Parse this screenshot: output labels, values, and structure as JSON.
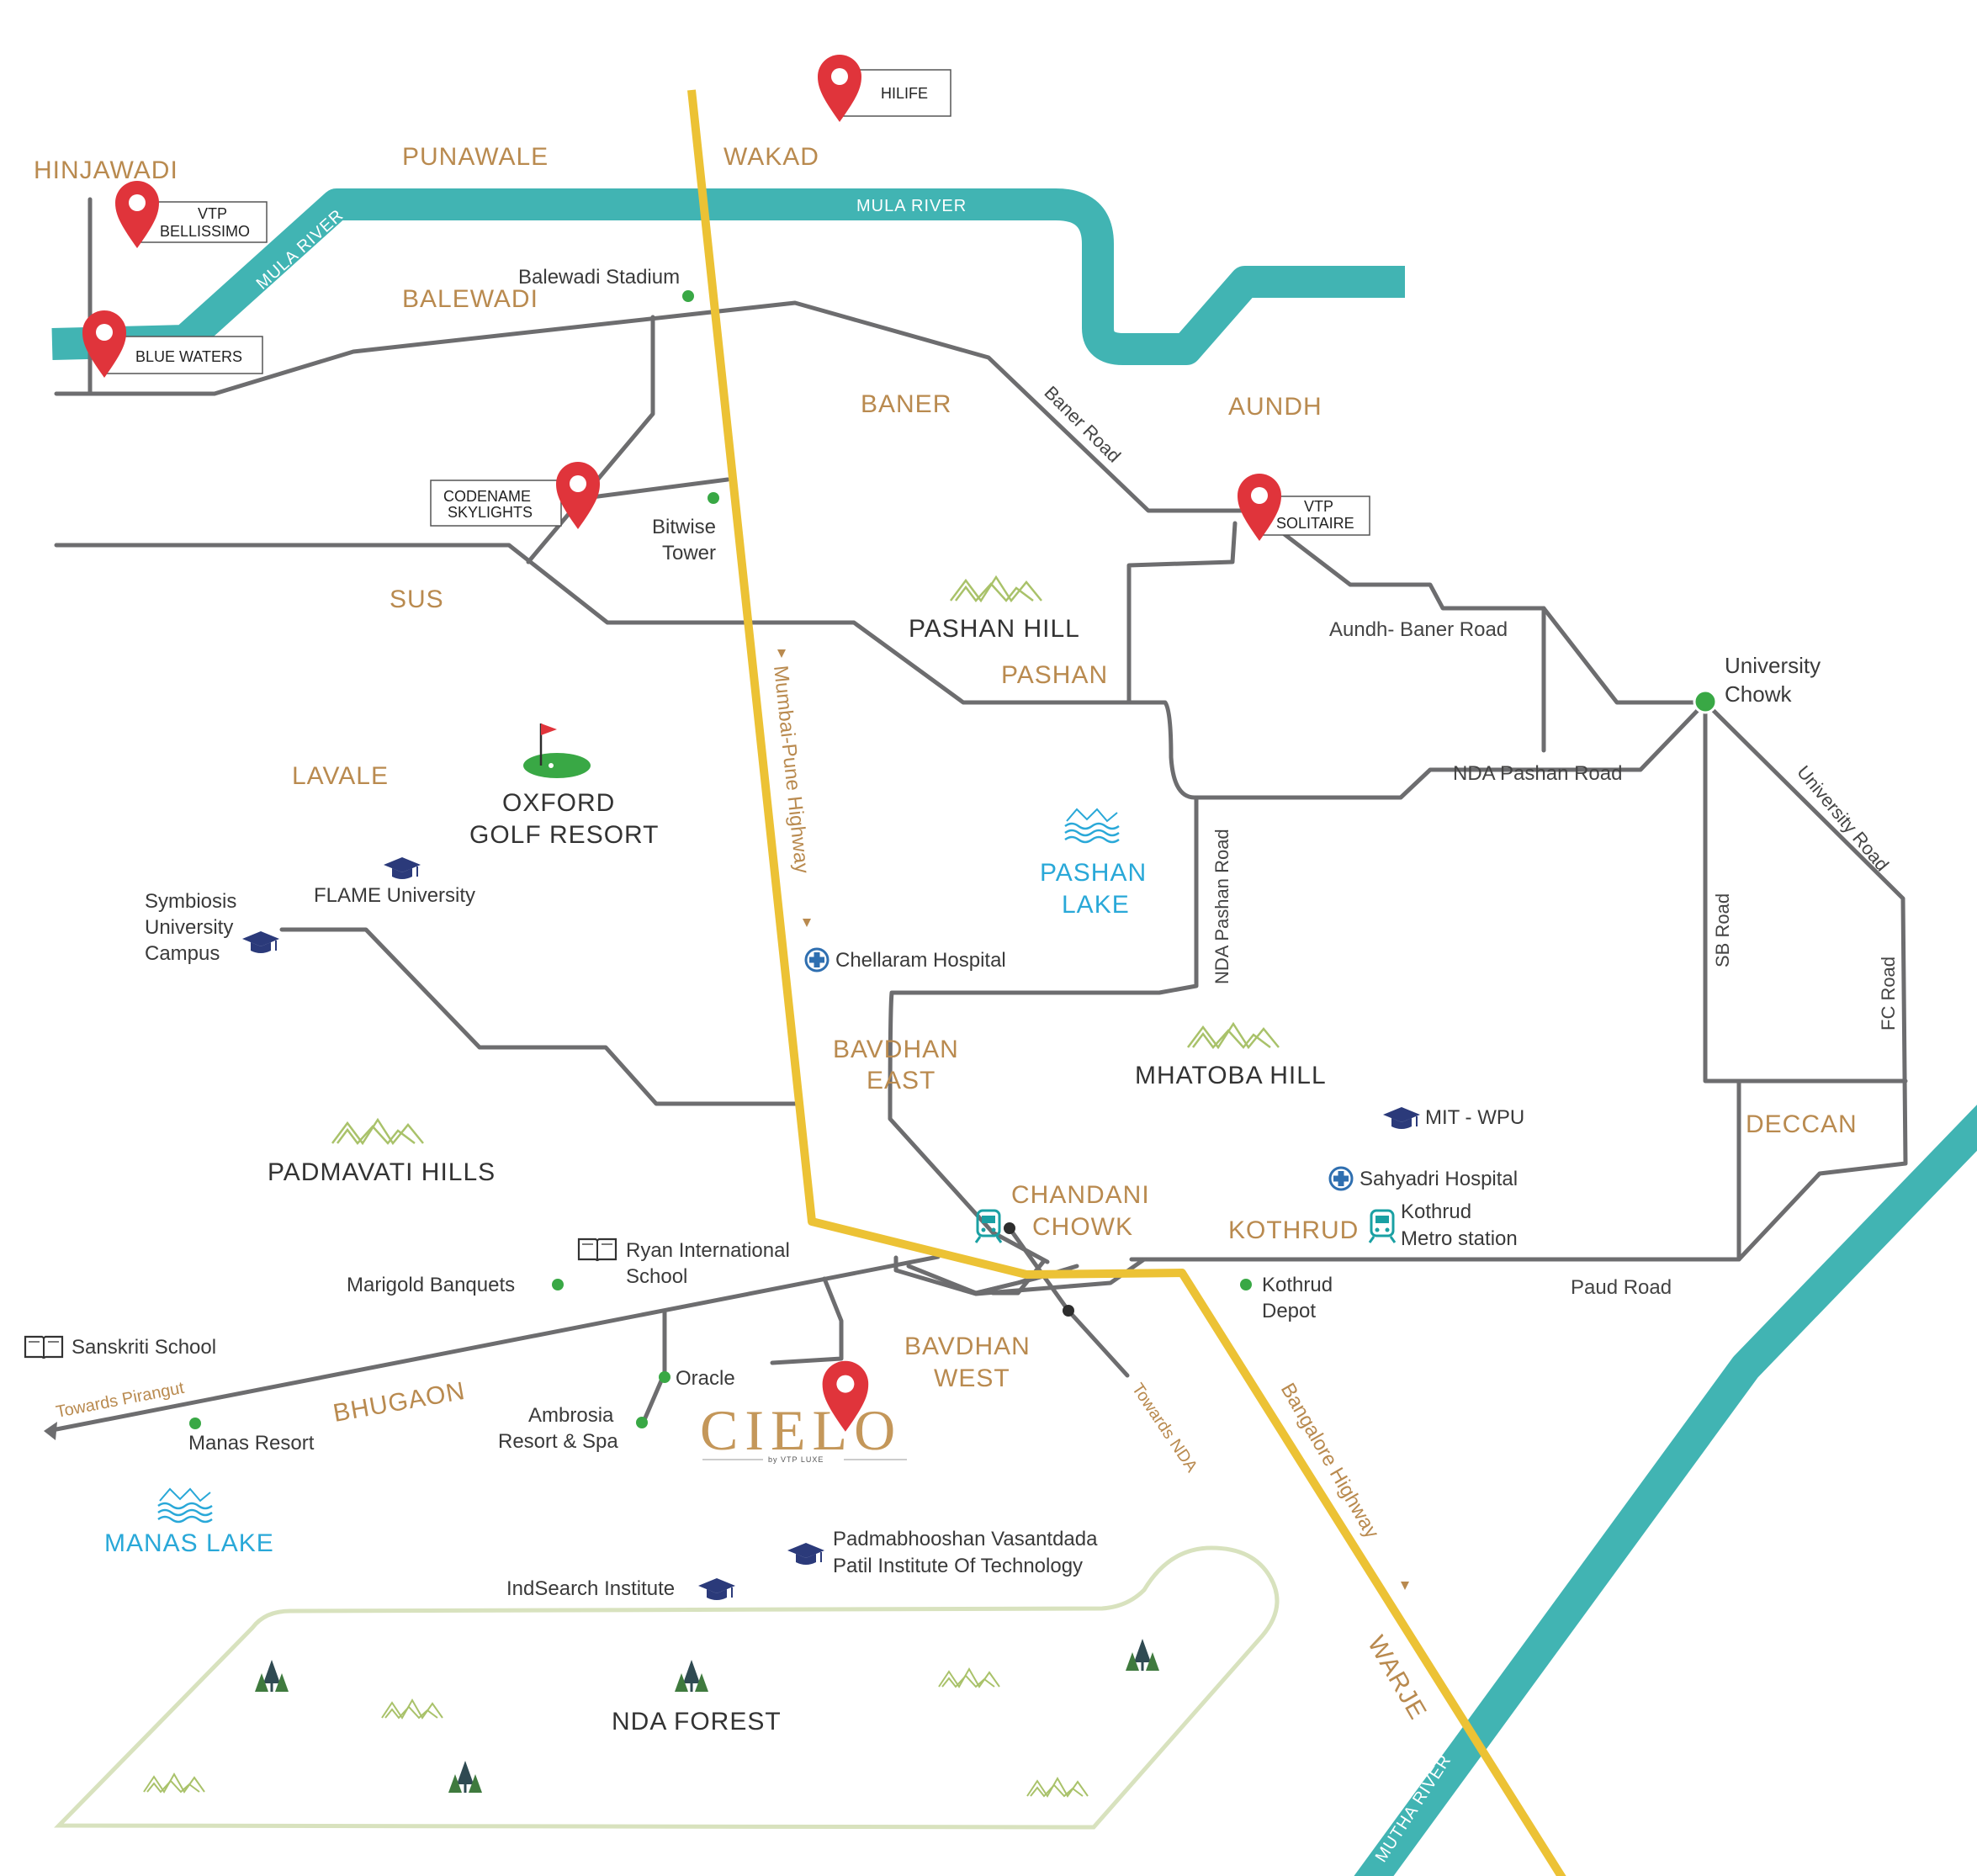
{
  "areas": {
    "hinjawadi": "HINJAWADI",
    "punawale": "PUNAWALE",
    "wakad": "WAKAD",
    "balewadi": "BALEWADI",
    "baner": "BANER",
    "aundh": "AUNDH",
    "sus": "SUS",
    "pashan": "PASHAN",
    "lavale": "LAVALE",
    "bavdhan_east_1": "BAVDHAN",
    "bavdhan_east_2": "EAST",
    "chandani_1": "CHANDANI",
    "chandani_2": "CHOWK",
    "kothrud": "KOTHRUD",
    "deccan": "DECCAN",
    "bhugaon": "BHUGAON",
    "bavdhan_west_1": "BAVDHAN",
    "bavdhan_west_2": "WEST",
    "warje": "WARJE"
  },
  "landmarks": {
    "pashan_hill": "PASHAN HILL",
    "mhatoba_hill": "MHATOBA HILL",
    "padmavati_hills": "PADMAVATI HILLS",
    "nda_forest": "NDA FOREST",
    "oxford_1": "OXFORD",
    "oxford_2": "GOLF RESORT",
    "pashan_lake_1": "PASHAN",
    "pashan_lake_2": "LAKE",
    "manas_lake": "MANAS LAKE"
  },
  "places": {
    "balewadi_stadium": "Balewadi Stadium",
    "bitwise_1": "Bitwise",
    "bitwise_2": "Tower",
    "university_chowk_1": "University",
    "university_chowk_2": "Chowk",
    "flame": "FLAME University",
    "symbiosis_1": "Symbiosis",
    "symbiosis_2": "University",
    "symbiosis_3": "Campus",
    "chellaram": "Chellaram Hospital",
    "mit": "MIT -  WPU",
    "sahyadri": "Sahyadri Hospital",
    "kothrud_metro_1": "Kothrud",
    "kothrud_metro_2": "Metro station",
    "kothrud_depot_1": "Kothrud",
    "kothrud_depot_2": "Depot",
    "ryan_1": "Ryan International",
    "ryan_2": "School",
    "marigold": "Marigold Banquets",
    "sanskriti": "Sanskriti School",
    "oracle": "Oracle",
    "ambrosia_1": "Ambrosia",
    "ambrosia_2": "Resort & Spa",
    "manas_resort": "Manas Resort",
    "padmabhooshan_1": "Padmabhooshan Vasantdada",
    "padmabhooshan_2": "Patil Institute Of Technology",
    "indsearch": "IndSearch Institute"
  },
  "roads": {
    "baner_road": "Baner Road",
    "aundh_baner": "Aundh- Baner Road",
    "nda_pashan_h": "NDA Pashan Road",
    "nda_pashan_v": "NDA Pashan Road",
    "university_road": "University Road",
    "sb_road": "SB Road",
    "fc_road": "FC Road",
    "paud_road": "Paud Road",
    "mumbai_pune": "Mumbai-Pune Highway",
    "bangalore": "Bangalore Highway",
    "towards_pirangut": "Towards Pirangut",
    "towards_nda": "Towards NDA"
  },
  "rivers": {
    "mula_1": "MULA RIVER",
    "mula_2": "MULA RIVER",
    "mutha": "MUTHA RIVER"
  },
  "projects": {
    "hilife": "HILIFE",
    "bellissimo_1": "VTP",
    "bellissimo_2": "BELLISSIMO",
    "blue_waters": "BLUE WATERS",
    "skylights_1": "CODENAME",
    "skylights_2": "SKYLIGHTS",
    "solitaire_1": "VTP",
    "solitaire_2": "SOLITAIRE"
  },
  "cielo": {
    "title": "CIELO",
    "subtitle": "by VTP LUXE"
  },
  "colors": {
    "river": "#41b4b3",
    "highway": "#ecc235",
    "road": "#6d6d6f",
    "area_label": "#b98a4f",
    "lake_label": "#29a8d8",
    "pin": "#e0343b",
    "poi_dot": "#39a845",
    "edu_icon": "#2b3a7a",
    "hospital_icon": "#2f6fb0",
    "hill_icon": "#a9c26a",
    "forest_outline": "#d8e2be"
  },
  "icons": {
    "pin": "map-pin-icon",
    "school": "graduation-cap-icon",
    "hospital": "hospital-cross-icon",
    "metro": "metro-train-icon",
    "book": "open-book-icon",
    "hill": "hill-icon",
    "lake": "lake-waves-icon",
    "tree": "tree-icon",
    "golf": "golf-flag-icon"
  }
}
